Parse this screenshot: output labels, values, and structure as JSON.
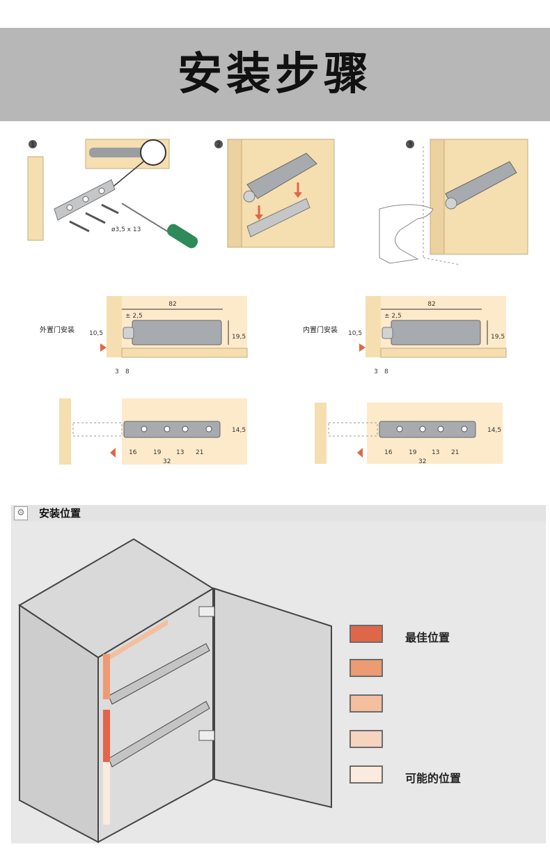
{
  "title": "安装步骤",
  "steps": [
    {
      "number": "1",
      "screw_label": "ø3,5 x 13"
    },
    {
      "number": "2"
    },
    {
      "number": "3"
    }
  ],
  "dimension_panels": [
    {
      "label": "外置门安装",
      "width": "82",
      "gap": "± 2,5",
      "height": "19,5",
      "offset": "10,5",
      "bottom_left": "3",
      "bottom_right": "8"
    },
    {
      "label": "内置门安装",
      "width": "82",
      "gap": "± 2,5",
      "height": "19,5",
      "offset": "10,5",
      "bottom_left": "3",
      "bottom_right": "8"
    }
  ],
  "hole_panels": [
    {
      "height": "14,5",
      "spacing": [
        "16",
        "19",
        "13",
        "21"
      ],
      "total": "32"
    },
    {
      "height": "14,5",
      "spacing": [
        "16",
        "19",
        "13",
        "21"
      ],
      "total": "32"
    }
  ],
  "position_section": {
    "title": "安装位置",
    "legend": [
      {
        "label": "最佳位置",
        "color": "#e0664a"
      },
      {
        "label": "",
        "color": "#ec9b73"
      },
      {
        "label": "",
        "color": "#f3bf9f"
      },
      {
        "label": "",
        "color": "#f6d4c0"
      },
      {
        "label": "可能的位置",
        "color": "#fbebdf"
      }
    ]
  },
  "colors": {
    "wood": "#f5deb0",
    "panel": "#c9c9c9",
    "accent": "#e0664a"
  }
}
